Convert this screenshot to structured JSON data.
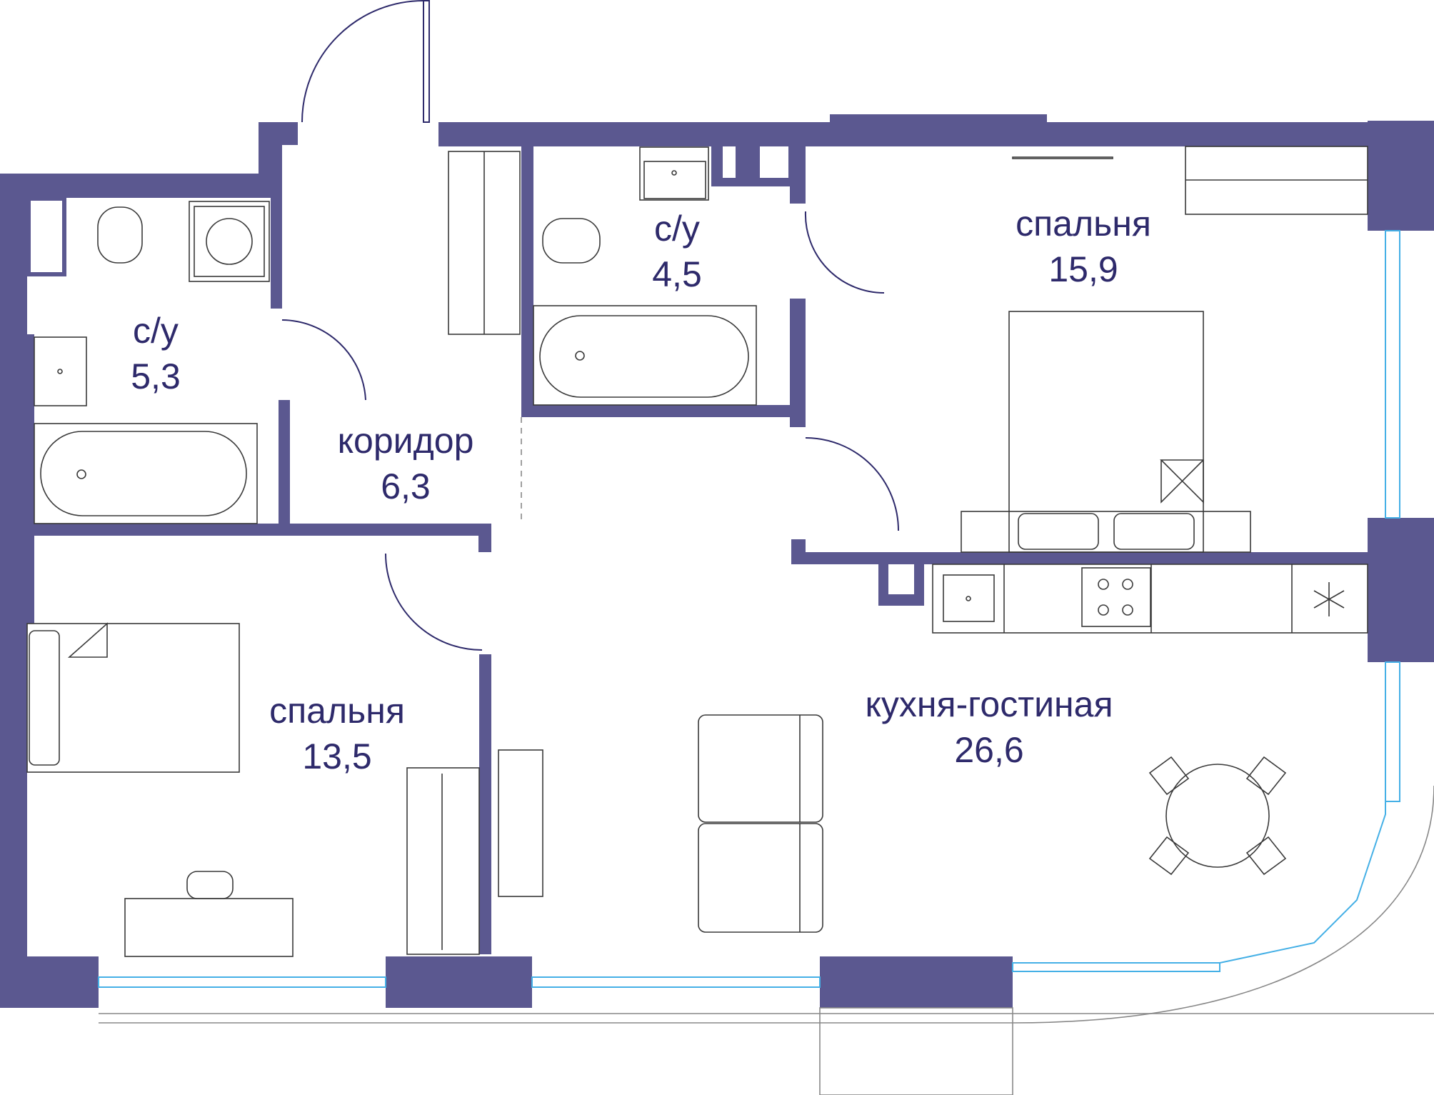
{
  "rooms": [
    {
      "id": "bathroom-left",
      "name": "с/у",
      "area": "5,3"
    },
    {
      "id": "bathroom-middle",
      "name": "с/у",
      "area": "4,5"
    },
    {
      "id": "bedroom-right",
      "name": "спальня",
      "area": "15,9"
    },
    {
      "id": "corridor",
      "name": "коридор",
      "area": "6,3"
    },
    {
      "id": "bedroom-left",
      "name": "спальня",
      "area": "13,5"
    },
    {
      "id": "kitchen-living",
      "name": "кухня-гостиная",
      "area": "26,6"
    }
  ],
  "colors": {
    "walls": "#5b5890",
    "labels": "#2e2a6b",
    "windows": "#45b0e6",
    "furniture": "#3a3a3a"
  }
}
